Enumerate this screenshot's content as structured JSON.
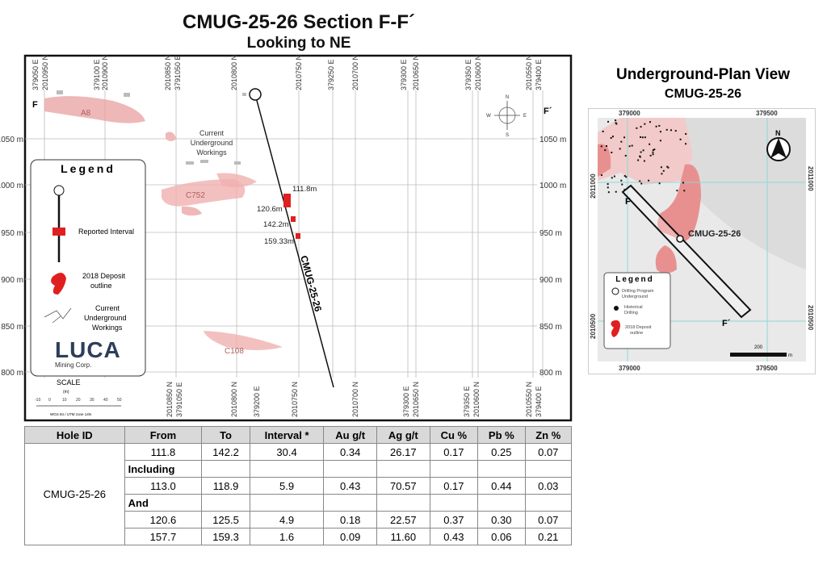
{
  "title": "CMUG-25-26  Section F-F´",
  "subtitle": "Looking to NE",
  "section": {
    "top_grid_labels": [
      "379050 E",
      "2010950 N",
      "379100 E",
      "2010900 N",
      "2010850 N",
      "3791050 E",
      "2010800 N",
      "2010750 N",
      "379250 E",
      "2010700 N",
      "379300 E",
      "2010650 N",
      "379350 E",
      "2010600 N",
      "2010550 N",
      "379400 E"
    ],
    "bottom_grid_labels": [
      "2010850 N",
      "3791050 E",
      "2010800 N",
      "379200 E",
      "2010750 N",
      "2010700 N",
      "379300 E",
      "2010650 N",
      "379350 E",
      "2010600 N",
      "2010550 N",
      "379400 E"
    ],
    "elevations": [
      "1050 m",
      "1000 m",
      "950 m",
      "900 m",
      "850 m",
      "800 m"
    ],
    "section_start": "F",
    "section_end": "F´",
    "bodies": [
      "A8",
      "C752",
      "C108"
    ],
    "workings_label": [
      "Current",
      "Underground",
      "Workings"
    ],
    "intercepts": [
      "111.8m",
      "120.6m",
      "142.2m",
      "159.33m"
    ],
    "hole_label": "CMUG-25-26",
    "compass": {
      "n": "N",
      "s": "S",
      "e": "E",
      "w": "W"
    },
    "legend": {
      "title": "Legend",
      "reported": "Reported Interval",
      "deposit": [
        "2018 Deposit",
        "outline"
      ],
      "workings": [
        "Current",
        "Underground",
        "Workings"
      ],
      "logo": "LUCA",
      "logo_sub": "Mining Corp."
    },
    "scale": {
      "title": "SCALE",
      "unit": "(m)",
      "ticks": [
        "-10",
        "0",
        "10",
        "20",
        "30",
        "40",
        "50"
      ],
      "crs": "WGS 84 / UTM zone 14N"
    }
  },
  "table": {
    "headers": [
      "Hole ID",
      "From",
      "To",
      "Interval *",
      "Au g/t",
      "Ag g/t",
      "Cu %",
      "Pb %",
      "Zn %"
    ],
    "hole": "CMUG-25-26",
    "rows": [
      [
        "111.8",
        "142.2",
        "30.4",
        "0.34",
        "26.17",
        "0.17",
        "0.25",
        "0.07"
      ],
      [
        "113.0",
        "118.9",
        "5.9",
        "0.43",
        "70.57",
        "0.17",
        "0.44",
        "0.03"
      ],
      [
        "120.6",
        "125.5",
        "4.9",
        "0.18",
        "22.57",
        "0.37",
        "0.30",
        "0.07"
      ],
      [
        "157.7",
        "159.3",
        "1.6",
        "0.09",
        "11.60",
        "0.43",
        "0.06",
        "0.21"
      ]
    ],
    "including": "Including",
    "and": "And"
  },
  "plan": {
    "title": "Underground-Plan View",
    "subtitle": "CMUG-25-26",
    "x_labels": [
      "379000",
      "379500"
    ],
    "y_labels": [
      "2011000",
      "2010500"
    ],
    "north": "N",
    "start": "F",
    "end": "F´",
    "hole": "CMUG-25-26",
    "legend": {
      "title": "Legend",
      "drilling": [
        "Drilling Program",
        "Underground"
      ],
      "historical": [
        "Historical",
        "Drilling"
      ],
      "deposit": [
        "2018 Deposit",
        "outline"
      ]
    },
    "scale": "200",
    "scale_unit": "m"
  }
}
